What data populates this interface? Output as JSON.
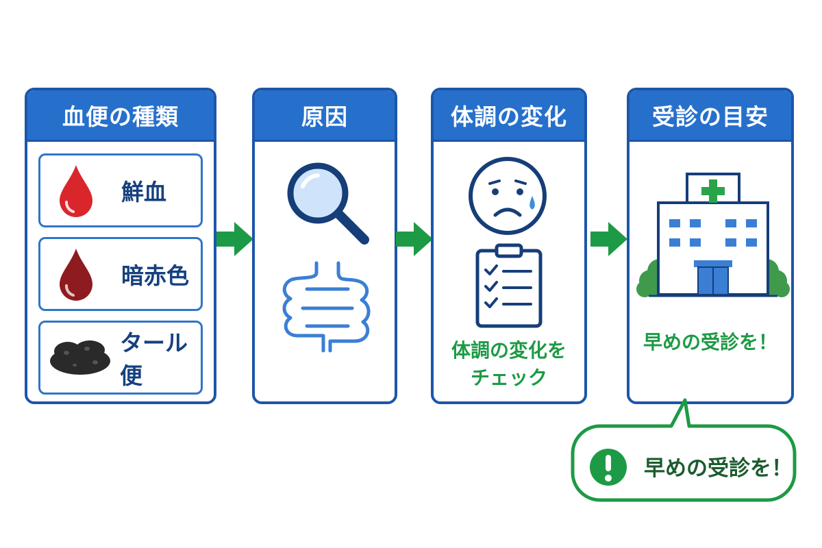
{
  "panels": [
    {
      "title": "血便の種類"
    },
    {
      "title": "原因"
    },
    {
      "title": "体調の変化"
    },
    {
      "title": "受診の目安"
    }
  ],
  "blood_types": [
    {
      "label": "鮮血",
      "icon": "bright-red-drop-icon",
      "color": "#d9262b"
    },
    {
      "label": "暗赤色",
      "icon": "dark-red-drop-icon",
      "color": "#8e1b1f"
    },
    {
      "label": "タール便",
      "icon": "tar-stool-icon",
      "color": "#2a2a2a"
    }
  ],
  "cause_icons": [
    "magnifying-glass-icon",
    "intestine-icon"
  ],
  "condition": {
    "icons": [
      "worried-face-icon",
      "checklist-icon"
    ],
    "line1": "体調の変化を",
    "line2": "チェック"
  },
  "consult": {
    "icon": "hospital-icon",
    "text": "早めの受診を！"
  },
  "callout": {
    "icon": "exclamation-icon",
    "text": "早めの受診を！"
  },
  "colors": {
    "header_blue": "#2670cc",
    "border_blue": "#1c56a8",
    "arrow_green": "#1d9a45",
    "callout_green": "#1d9a45"
  }
}
